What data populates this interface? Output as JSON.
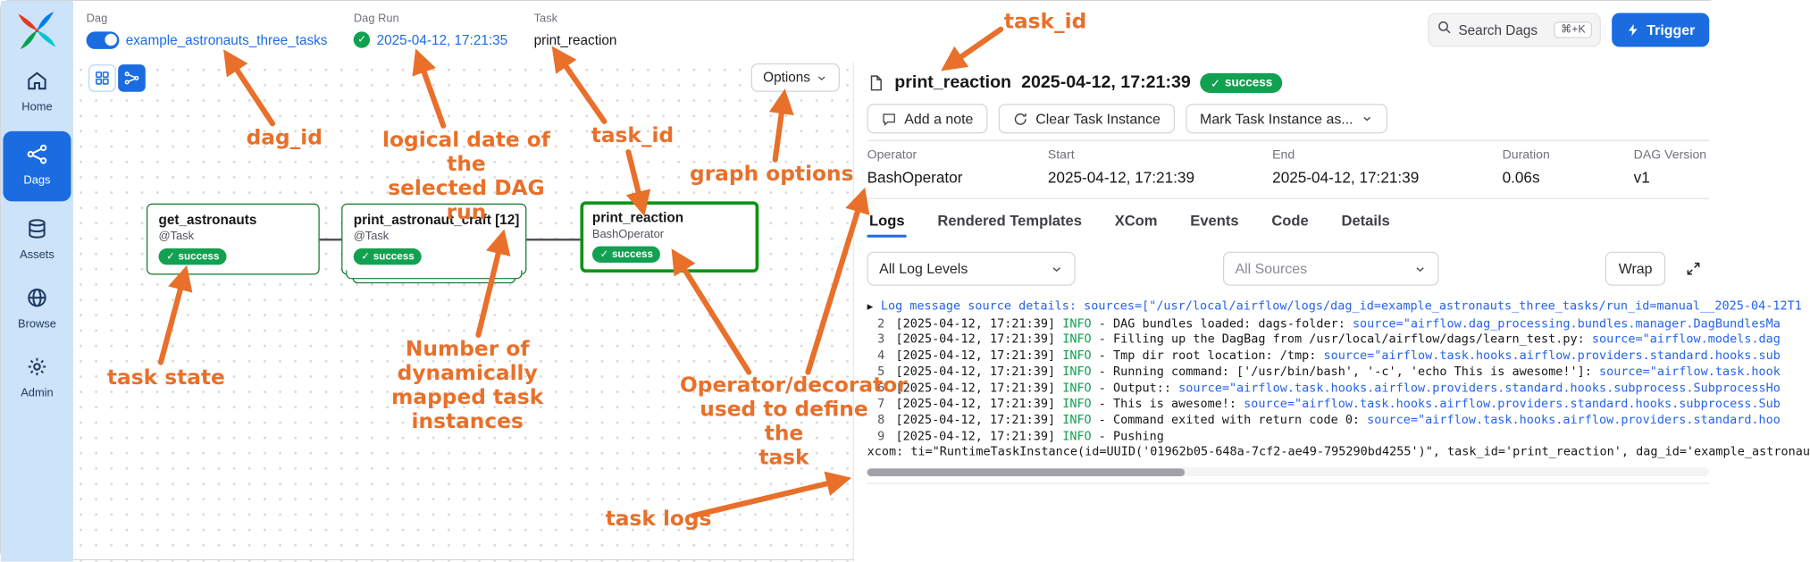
{
  "icons": {
    "check": "✓",
    "caret": "▶"
  },
  "colors": {
    "accent_blue": "#1b6ce0",
    "link_blue": "#1a6ce8",
    "success_green": "#12a150",
    "node_border_green": "#0e7a24",
    "annotation_orange": "#e8702a",
    "sidebar_bg": "#cce3fa"
  },
  "sidebar": {
    "items": [
      {
        "label": "Home"
      },
      {
        "label": "Dags"
      },
      {
        "label": "Assets"
      },
      {
        "label": "Browse"
      },
      {
        "label": "Admin"
      }
    ]
  },
  "breadcrumb": {
    "dag_label": "Dag",
    "dag_name": "example_astronauts_three_tasks",
    "run_label": "Dag Run",
    "run_date": "2025-04-12, 17:21:35",
    "task_label": "Task",
    "task_name": "print_reaction"
  },
  "topbar": {
    "search_text": "Search Dags",
    "search_shortcut": "⌘+K",
    "trigger_label": "Trigger"
  },
  "graph": {
    "options_label": "Options",
    "nodes": [
      {
        "title": "get_astronauts",
        "subtitle": "@Task",
        "status": "success"
      },
      {
        "title": "print_astronaut_craft [12]",
        "subtitle": "@Task",
        "status": "success"
      },
      {
        "title": "print_reaction",
        "subtitle": "BashOperator",
        "status": "success"
      }
    ]
  },
  "task_panel": {
    "title": "print_reaction",
    "timestamp": "2025-04-12, 17:21:39",
    "status": "success",
    "actions": {
      "add_note": "Add a note",
      "clear": "Clear Task Instance",
      "mark_as": "Mark Task Instance as..."
    },
    "meta": [
      {
        "label": "Operator",
        "value": "BashOperator"
      },
      {
        "label": "Start",
        "value": "2025-04-12, 17:21:39"
      },
      {
        "label": "End",
        "value": "2025-04-12, 17:21:39"
      },
      {
        "label": "Duration",
        "value": "0.06s"
      },
      {
        "label": "DAG Version",
        "value": "v1"
      }
    ],
    "tabs": [
      {
        "label": "Logs"
      },
      {
        "label": "Rendered Templates"
      },
      {
        "label": "XCom"
      },
      {
        "label": "Events"
      },
      {
        "label": "Code"
      },
      {
        "label": "Details"
      }
    ],
    "filters": {
      "log_levels": "All Log Levels",
      "sources": "All Sources",
      "wrap": "Wrap"
    },
    "logs": [
      {
        "type": "summary",
        "text": "Log message source details:",
        "source": "sources=[\"/usr/local/airflow/logs/dag_id=example_astronauts_three_tasks/run_id=manual__2025-04-12T1"
      },
      {
        "type": "entry",
        "n": "2",
        "time": "[2025-04-12, 17:21:39]",
        "level": "INFO",
        "msg": "DAG bundles loaded: dags-folder:",
        "source": "source=\"airflow.dag_processing.bundles.manager.DagBundlesMa"
      },
      {
        "type": "entry",
        "n": "3",
        "time": "[2025-04-12, 17:21:39]",
        "level": "INFO",
        "msg": "Filling up the DagBag from /usr/local/airflow/dags/learn_test.py:",
        "source": "source=\"airflow.models.dag"
      },
      {
        "type": "entry",
        "n": "4",
        "time": "[2025-04-12, 17:21:39]",
        "level": "INFO",
        "msg": "Tmp dir root location: /tmp:",
        "source": "source=\"airflow.task.hooks.airflow.providers.standard.hooks.sub"
      },
      {
        "type": "entry",
        "n": "5",
        "time": "[2025-04-12, 17:21:39]",
        "level": "INFO",
        "msg": "Running command: ['/usr/bin/bash', '-c', 'echo This is awesome!']:",
        "source": "source=\"airflow.task.hook"
      },
      {
        "type": "entry",
        "n": "6",
        "time": "[2025-04-12, 17:21:39]",
        "level": "INFO",
        "msg": "Output::",
        "source": "source=\"airflow.task.hooks.airflow.providers.standard.hooks.subprocess.SubprocessHo"
      },
      {
        "type": "entry",
        "n": "7",
        "time": "[2025-04-12, 17:21:39]",
        "level": "INFO",
        "msg": "This is awesome!:",
        "source": "source=\"airflow.task.hooks.airflow.providers.standard.hooks.subprocess.Sub"
      },
      {
        "type": "entry",
        "n": "8",
        "time": "[2025-04-12, 17:21:39]",
        "level": "INFO",
        "msg": "Command exited with return code 0:",
        "source": "source=\"airflow.task.hooks.airflow.providers.standard.hoo"
      },
      {
        "type": "entry",
        "n": "9",
        "time": "[2025-04-12, 17:21:39]",
        "level": "INFO",
        "msg": "Pushing",
        "source": ""
      },
      {
        "type": "wrap",
        "text": "xcom: ti=\"RuntimeTaskInstance(id=UUID('01962b05-648a-7cf2-ae49-795290bd4255')\", task_id='print_reaction', dag_id='example_astronau"
      }
    ]
  },
  "annotations": [
    {
      "text": "task_id"
    },
    {
      "text": "dag_id"
    },
    {
      "text": "logical date of the\nselected DAG run"
    },
    {
      "text": "task_id"
    },
    {
      "text": "graph options"
    },
    {
      "text": "task state"
    },
    {
      "text": "Number of dynamically\nmapped task instances"
    },
    {
      "text": "Operator/decorator\nused to define the\ntask"
    },
    {
      "text": "task logs"
    }
  ]
}
